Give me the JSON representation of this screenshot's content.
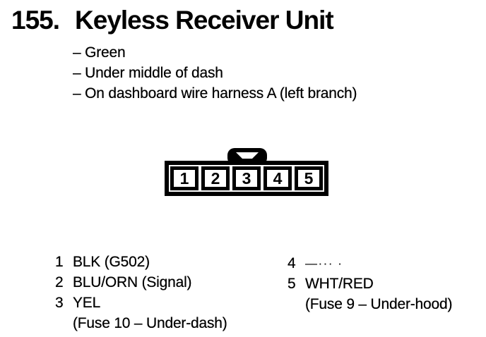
{
  "page": {
    "paper_color": "#ffffff",
    "ink_color": "#000000"
  },
  "header": {
    "number": "155.",
    "title": "Keyless Receiver Unit"
  },
  "details": [
    "– Green",
    "– Under middle of dash",
    "– On dashboard wire harness A (left branch)"
  ],
  "connector": {
    "description": "5-pin connector front view with latch tab",
    "pins": [
      "1",
      "2",
      "3",
      "4",
      "5"
    ]
  },
  "pinout": {
    "left": [
      {
        "num": "1",
        "label": "BLK (G502)"
      },
      {
        "num": "2",
        "label": "BLU/ORN (Signal)"
      },
      {
        "num": "3",
        "label": "YEL"
      },
      {
        "num": "",
        "label": "(Fuse 10 – Under-dash)"
      }
    ],
    "right": [
      {
        "num": "4",
        "label": "—··· ·"
      },
      {
        "num": "5",
        "label": "WHT/RED"
      },
      {
        "num": "",
        "label": "(Fuse 9 – Under-hood)"
      }
    ]
  }
}
